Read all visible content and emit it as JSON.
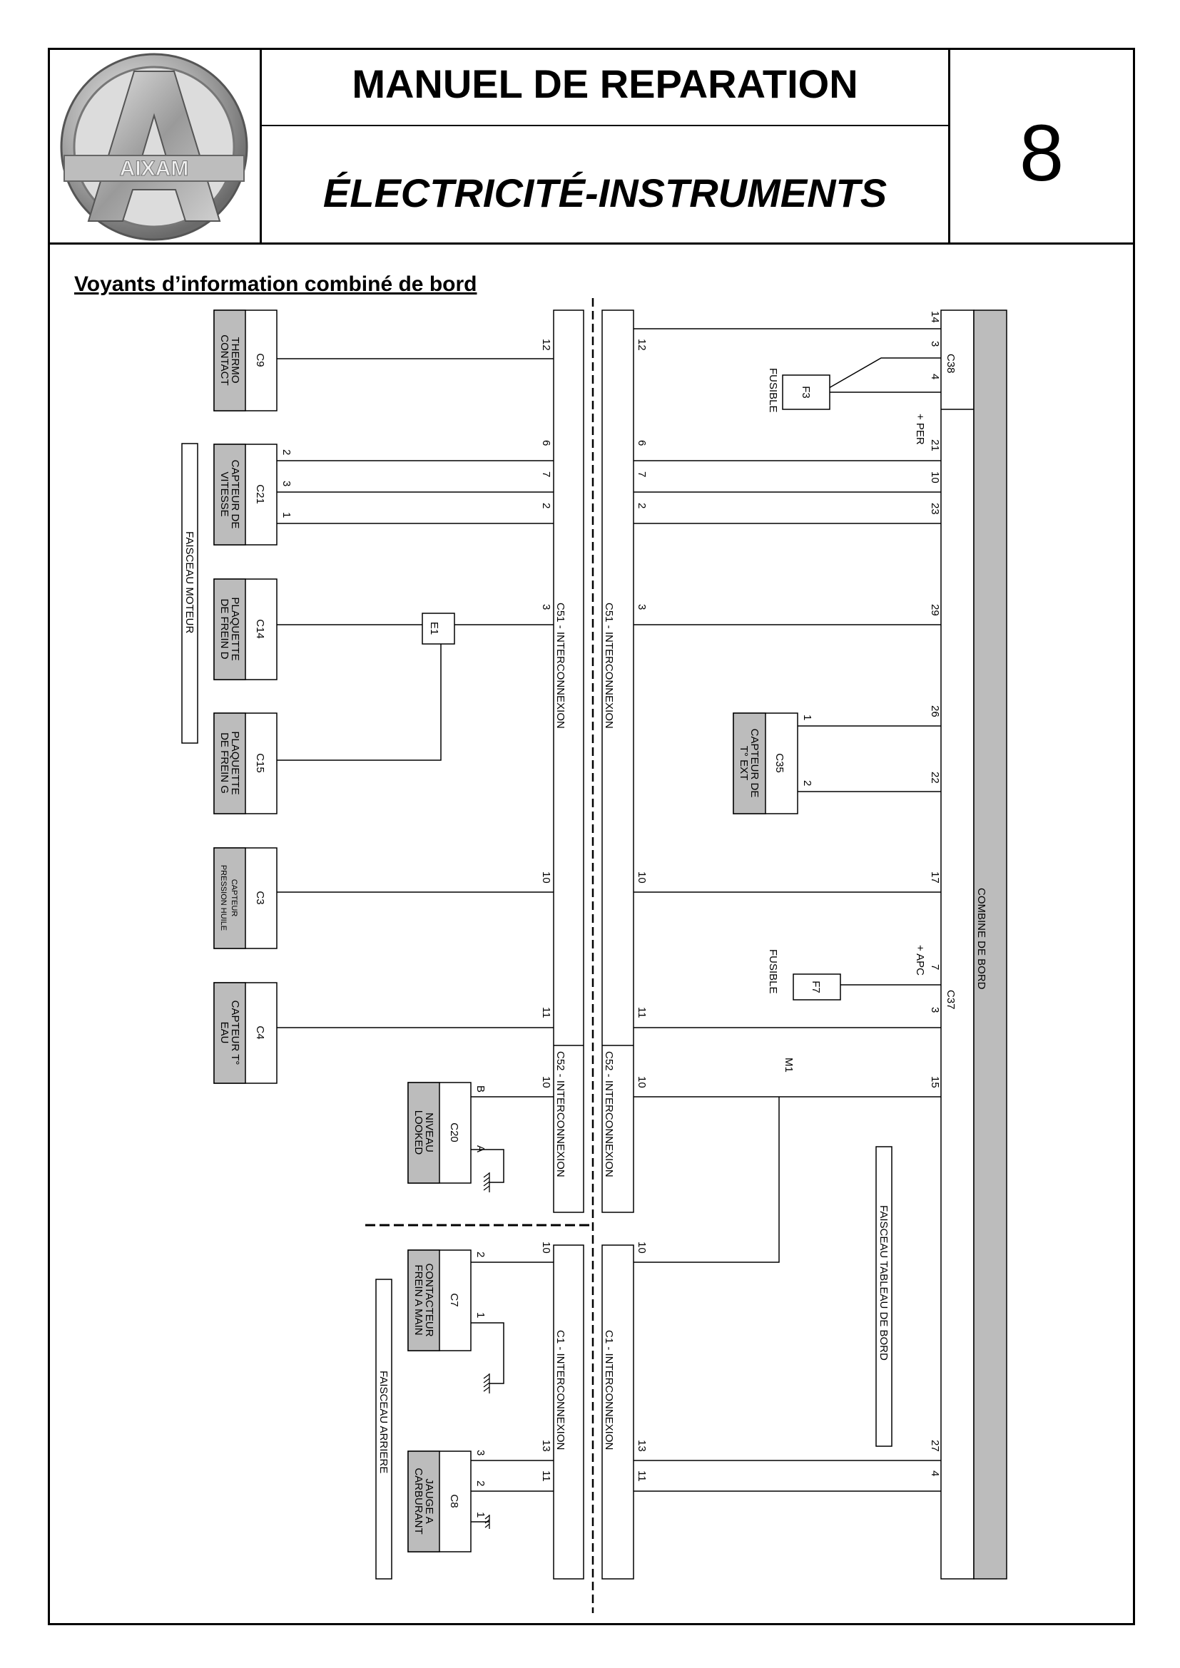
{
  "header": {
    "logo_text": "AIXAM",
    "title": "MANUEL DE REPARATION",
    "subtitle": "ÉLECTRICITÉ-INSTRUMENTS",
    "chapter": "8"
  },
  "section_title": "Voyants d’information combiné de bord",
  "connectors": {
    "c9": {
      "id": "C9",
      "name": [
        "THERMO",
        "CONTACT"
      ]
    },
    "c21": {
      "id": "C21",
      "name": [
        "CAPTEUR DE",
        "VITESSE"
      ],
      "pins": [
        "2",
        "3",
        "1"
      ]
    },
    "c14": {
      "id": "C14",
      "name": [
        "PLAQUETTE",
        "DE FREIN D"
      ]
    },
    "c15": {
      "id": "C15",
      "name": [
        "PLAQUETTE",
        "DE FREIN G"
      ]
    },
    "c3": {
      "id": "C3",
      "name": [
        "CAPTEUR",
        "PRESSION HUILE"
      ]
    },
    "c4": {
      "id": "C4",
      "name": [
        "CAPTEUR T°",
        "EAU"
      ]
    },
    "c20": {
      "id": "C20",
      "name": [
        "NIVEAU",
        "LOOKED"
      ],
      "pins": [
        "B",
        "A"
      ]
    },
    "c7": {
      "id": "C7",
      "name": [
        "CONTACTEUR",
        "FREIN A MAIN"
      ],
      "pins": [
        "2",
        "1"
      ]
    },
    "c8": {
      "id": "C8",
      "name": [
        "JAUGE A",
        "CARBURANT"
      ],
      "pins": [
        "3",
        "2",
        "1"
      ]
    },
    "c35": {
      "id": "C35",
      "name": [
        "CAPTEUR DE",
        "T° EXT"
      ],
      "pins": [
        "1",
        "2"
      ]
    },
    "c38": "C38",
    "c37": "C37",
    "e1": "E1",
    "f3": "F3",
    "f7": "F7",
    "m1": "M1"
  },
  "labels": {
    "fusible": "FUSIBLE",
    "per": "+ PER",
    "apc": "+ APC",
    "faisceau_moteur": "FAISCEAU MOTEUR",
    "faisceau_arriere": "FAISCEAU ARRIERE",
    "faisceau_tableau": "FAISCEAU TABLEAU DE BORD",
    "combine": "COMBINE DE BORD",
    "c51": "C51 - INTERCONNEXION",
    "c52": "C52 - INTERCONNEXION",
    "c1": "C1 - INTERCONNEXION"
  },
  "pins": {
    "c51_left": [
      "12",
      "6",
      "7",
      "2",
      "3",
      "10",
      "11"
    ],
    "c51_right": [
      "12",
      "6",
      "7",
      "2",
      "3",
      "10",
      "11"
    ],
    "c52_left": "10",
    "c52_right": "10",
    "c1_left": [
      "10",
      "13",
      "11"
    ],
    "c1_right": [
      "10",
      "13",
      "11"
    ],
    "combine": [
      "14",
      "3",
      "4",
      "21",
      "10",
      "23",
      "29",
      "26",
      "22",
      "17",
      "7",
      "3",
      "15",
      "27",
      "4"
    ]
  }
}
